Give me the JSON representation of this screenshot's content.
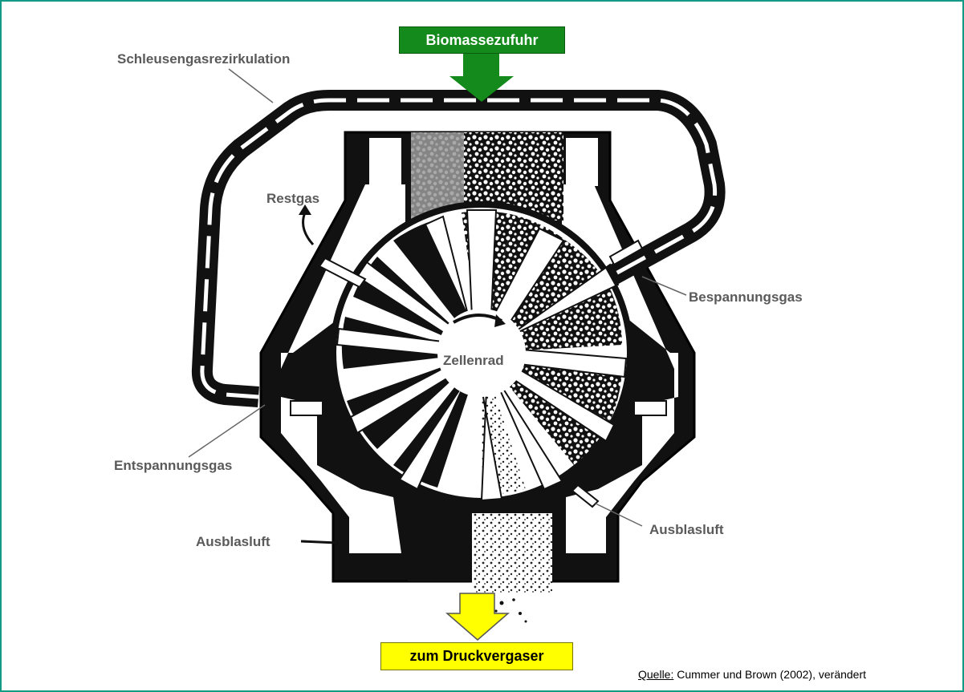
{
  "labels": {
    "feed": "Biomassezufuhr",
    "recirculation": "Schleusengasrezirkulation",
    "residual_gas": "Restgas",
    "pressurizing_gas": "Bespannungsgas",
    "rotor": "Zellenrad",
    "depressurizing_gas": "Entspannungsgas",
    "blow_air_left": "Ausblasluft",
    "blow_air_right": "Ausblasluft",
    "outlet": "zum Druckvergaser"
  },
  "source": {
    "prefix": "Quelle:",
    "text": " Cummer und Brown (2002), verändert"
  },
  "colors": {
    "frame": "#139a87",
    "feed_box": "#138a1b",
    "outlet_box": "#ffff00",
    "label_text": "#5a5a5a"
  }
}
